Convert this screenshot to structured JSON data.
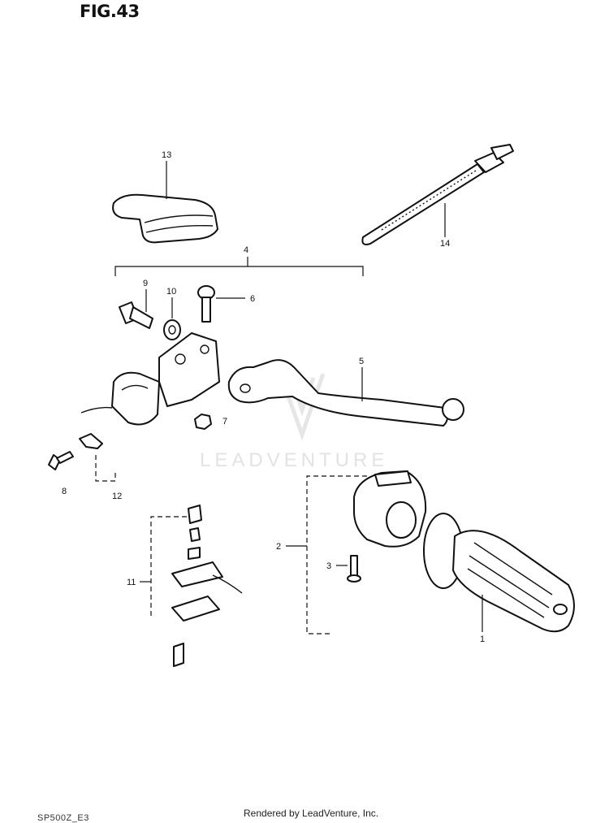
{
  "figure_title": "FIG.43",
  "footer_credit": "Rendered by LeadVenture, Inc.",
  "footer_code": "SP500Z_E3",
  "watermark": "LEADVENTURE",
  "callouts": {
    "c1": "1",
    "c2": "2",
    "c3": "3",
    "c4": "4",
    "c5": "5",
    "c6": "6",
    "c7": "7",
    "c8": "8",
    "c9": "9",
    "c10": "10",
    "c11": "11",
    "c12": "12",
    "c13": "13",
    "c14": "14"
  }
}
